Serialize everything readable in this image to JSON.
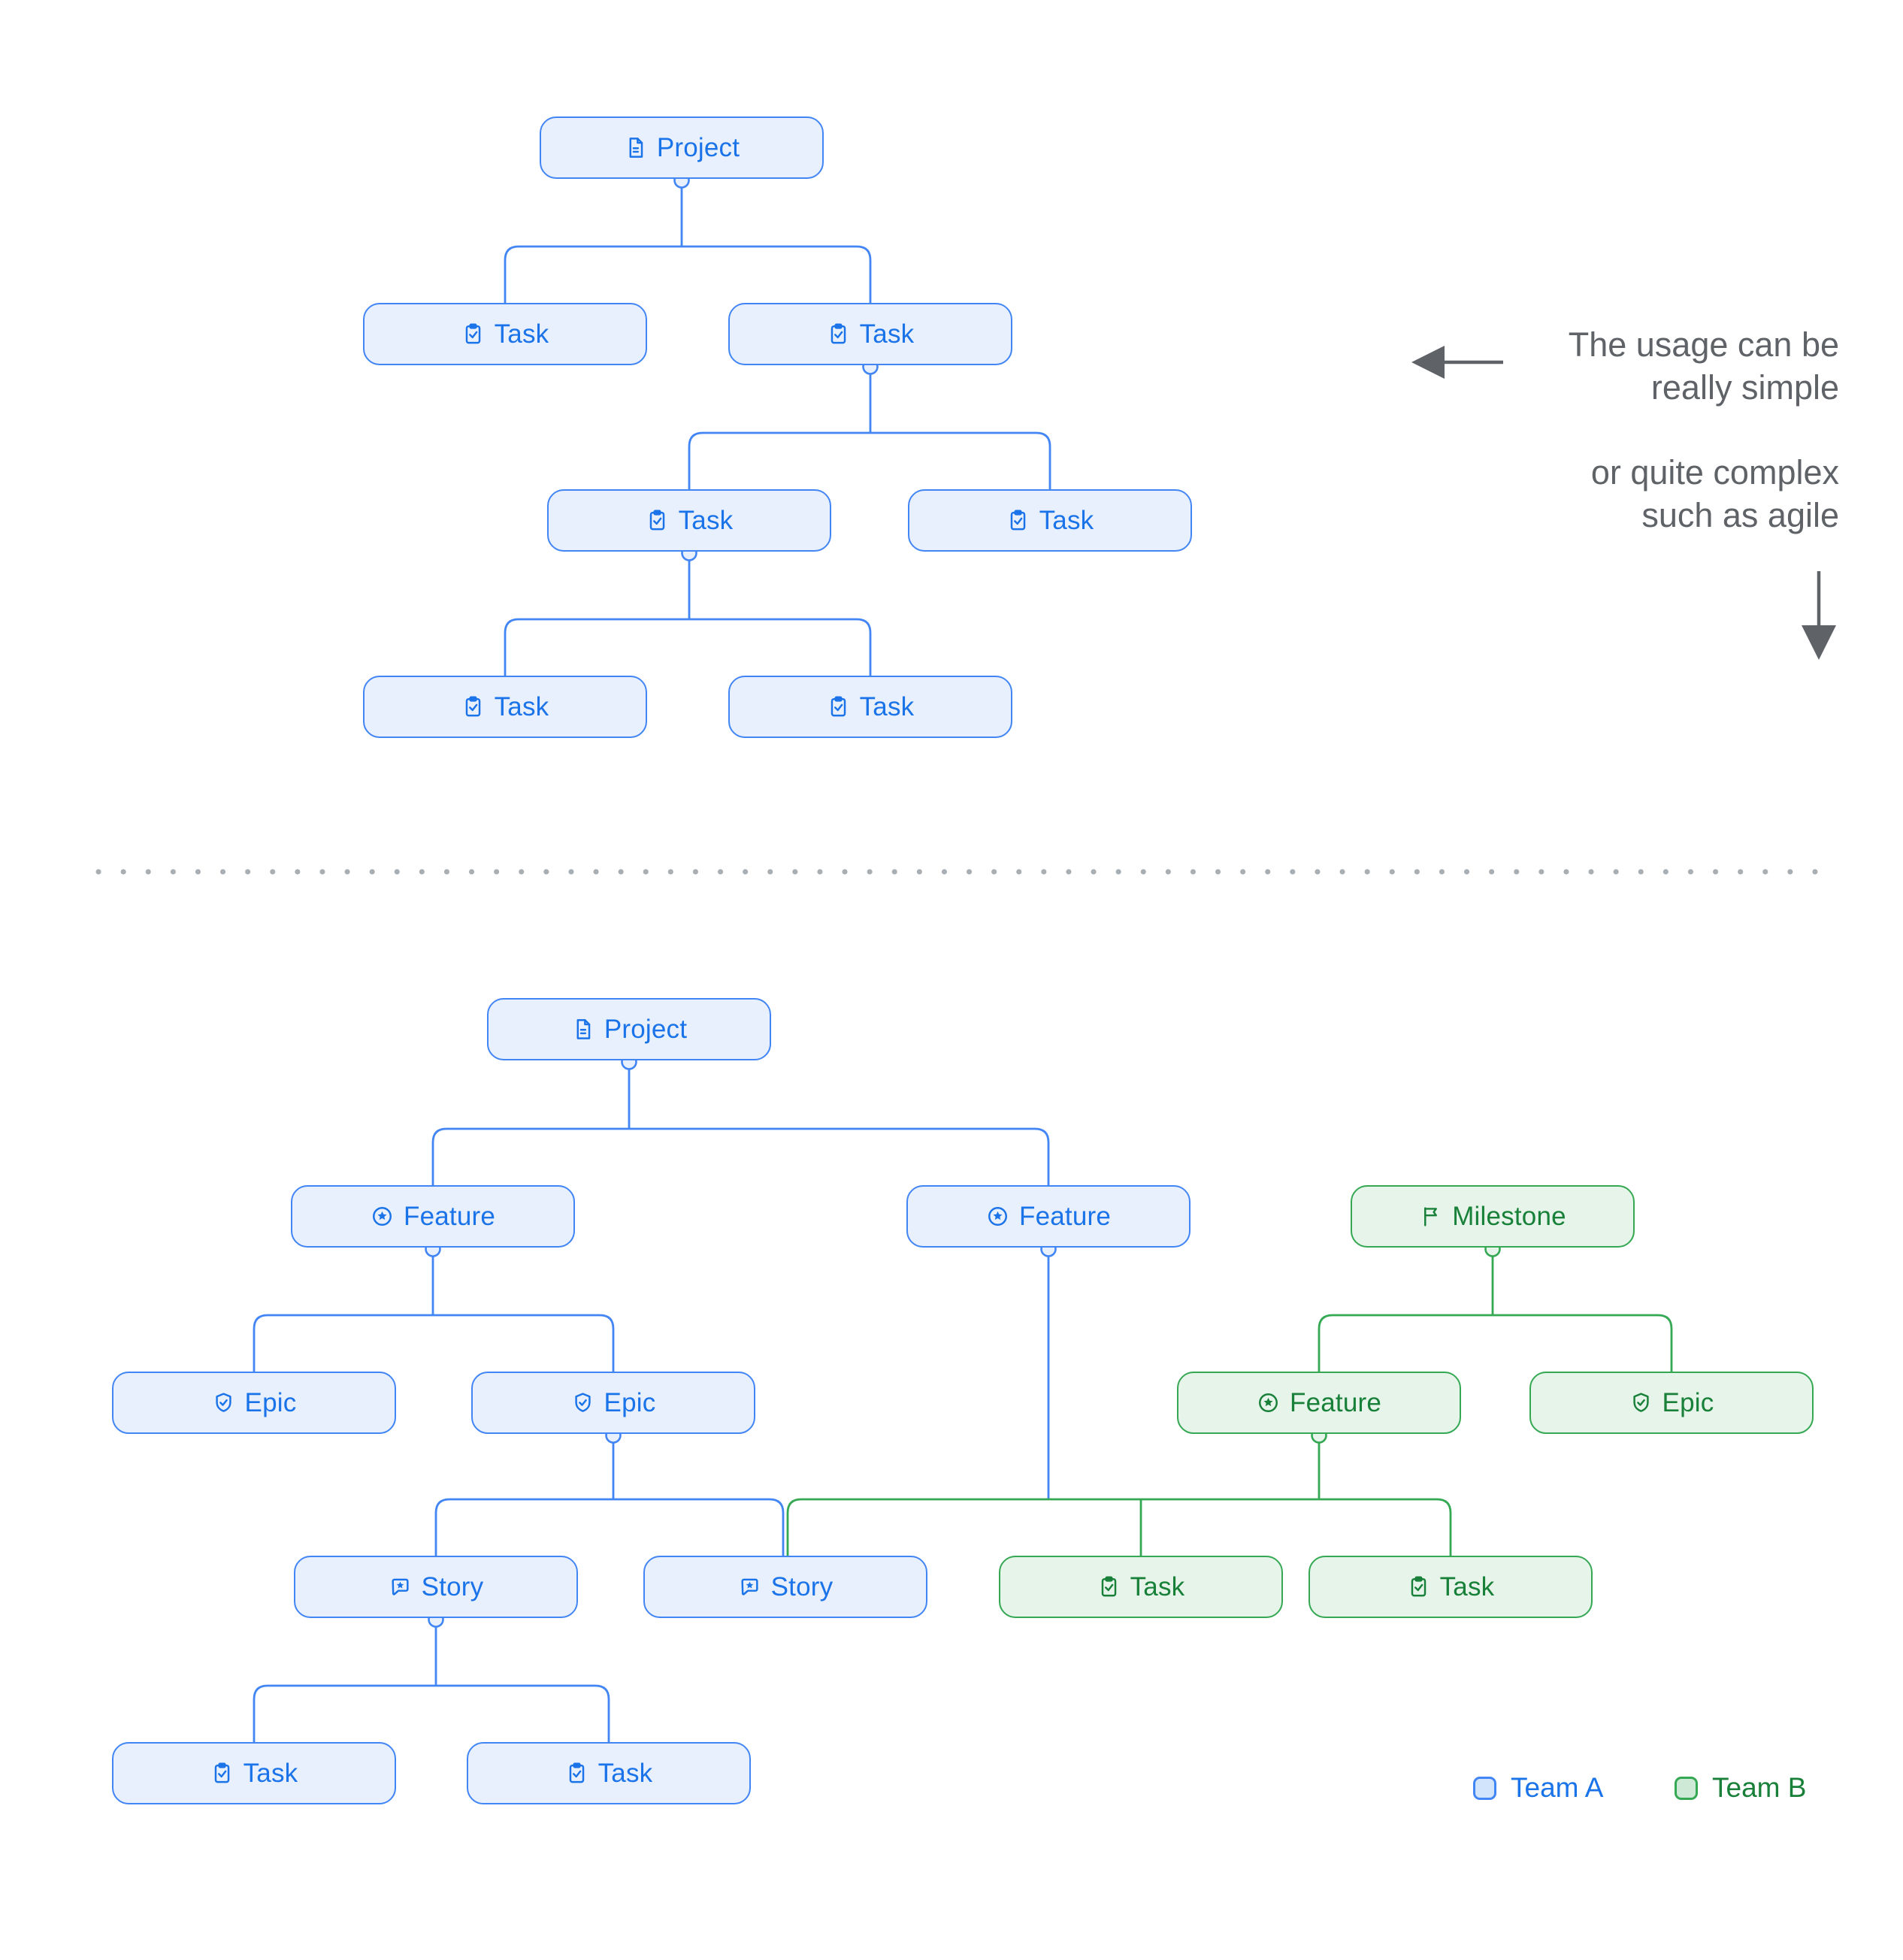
{
  "colors": {
    "team_a_border": "#4285f4",
    "team_a_fill": "#e8f0fe",
    "team_a_text": "#1a73e8",
    "team_b_border": "#34a853",
    "team_b_fill": "#e6f4ea",
    "team_b_text": "#188038",
    "legend_a_fill": "#d2e3fc",
    "legend_b_fill": "#ceead6",
    "annotation_text": "#5f6368",
    "divider_dots": "#9aa0a6"
  },
  "annotation": {
    "simple_line1": "The usage can be",
    "simple_line2": "really simple",
    "complex_line1": "or quite complex",
    "complex_line2": "such as agile"
  },
  "legend": {
    "team_a_label": "Team A",
    "team_b_label": "Team B"
  },
  "trees": {
    "simple": {
      "nodes": [
        {
          "id": "s-project",
          "type": "project",
          "team": "a",
          "label": "Project"
        },
        {
          "id": "s-task-1",
          "type": "task",
          "team": "a",
          "label": "Task"
        },
        {
          "id": "s-task-2",
          "type": "task",
          "team": "a",
          "label": "Task"
        },
        {
          "id": "s-task-3",
          "type": "task",
          "team": "a",
          "label": "Task"
        },
        {
          "id": "s-task-4",
          "type": "task",
          "team": "a",
          "label": "Task"
        },
        {
          "id": "s-task-5",
          "type": "task",
          "team": "a",
          "label": "Task"
        },
        {
          "id": "s-task-6",
          "type": "task",
          "team": "a",
          "label": "Task"
        }
      ]
    },
    "complex": {
      "nodes": [
        {
          "id": "c-project",
          "type": "project",
          "team": "a",
          "label": "Project"
        },
        {
          "id": "c-feature-1",
          "type": "feature",
          "team": "a",
          "label": "Feature"
        },
        {
          "id": "c-feature-2",
          "type": "feature",
          "team": "a",
          "label": "Feature"
        },
        {
          "id": "c-milestone",
          "type": "milestone",
          "team": "b",
          "label": "Milestone"
        },
        {
          "id": "c-epic-1",
          "type": "epic",
          "team": "a",
          "label": "Epic"
        },
        {
          "id": "c-epic-2",
          "type": "epic",
          "team": "a",
          "label": "Epic"
        },
        {
          "id": "c-feature-3",
          "type": "feature",
          "team": "b",
          "label": "Feature"
        },
        {
          "id": "c-epic-3",
          "type": "epic",
          "team": "b",
          "label": "Epic"
        },
        {
          "id": "c-story-1",
          "type": "story",
          "team": "a",
          "label": "Story"
        },
        {
          "id": "c-story-2",
          "type": "story",
          "team": "a",
          "label": "Story"
        },
        {
          "id": "c-task-g1",
          "type": "task",
          "team": "b",
          "label": "Task"
        },
        {
          "id": "c-task-g2",
          "type": "task",
          "team": "b",
          "label": "Task"
        },
        {
          "id": "c-task-1",
          "type": "task",
          "team": "a",
          "label": "Task"
        },
        {
          "id": "c-task-2",
          "type": "task",
          "team": "a",
          "label": "Task"
        }
      ]
    }
  }
}
